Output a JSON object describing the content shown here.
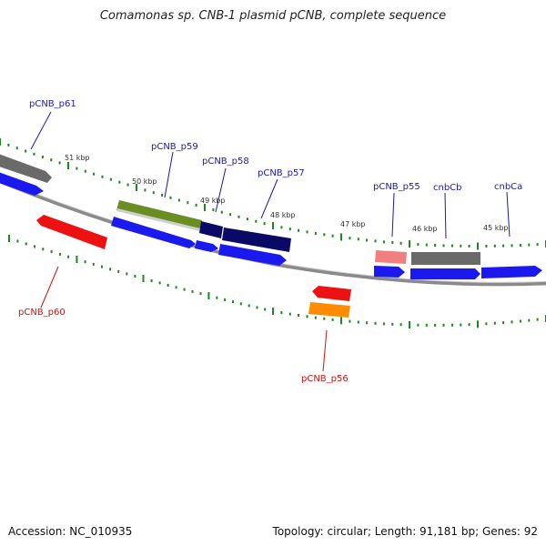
{
  "title": "Comamonas sp. CNB-1 plasmid pCNB, complete sequence",
  "footer": {
    "accession": "Accession: NC_010935",
    "summary": "Topology: circular; Length: 91,181 bp; Genes: 92"
  },
  "colors": {
    "backbone": "#8a8a8a",
    "tick": "#1a8a1a",
    "tick_label": "#333333",
    "label_blue": "#1a1aaa",
    "label_red": "#cc1111",
    "gene_blue": "#1a1aee",
    "gene_gray": "#707070",
    "gene_navy": "#0a0a66",
    "gene_olive": "#6b8e23",
    "gene_pink": "#f08080",
    "gene_red": "#ee1111",
    "gene_orange": "#ff8c00"
  },
  "ticks": [
    "51 kbp",
    "50 kbp",
    "49 kbp",
    "48 kbp",
    "47 kbp",
    "46 kbp",
    "45 kbp"
  ],
  "labels": {
    "pCNB_p61": "pCNB_p61",
    "pCNB_p59": "pCNB_p59",
    "pCNB_p58": "pCNB_p58",
    "pCNB_p57": "pCNB_p57",
    "pCNB_p55": "pCNB_p55",
    "cnbCb": "cnbCb",
    "cnbCa": "cnbCa",
    "pCNB_p60": "pCNB_p60",
    "pCNB_p56": "pCNB_p56"
  }
}
